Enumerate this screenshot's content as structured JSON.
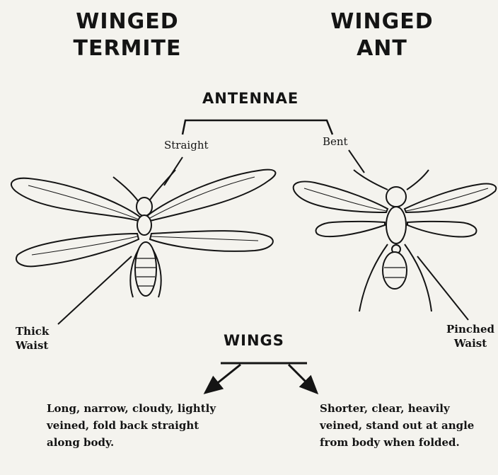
{
  "titles": {
    "termite": "WINGED TERMITE",
    "ant": "WINGED ANT"
  },
  "antennae": {
    "heading": "ANTENNAE",
    "termite_label": "Straight",
    "ant_label": "Bent"
  },
  "waist": {
    "termite_label": "Thick Waist",
    "ant_label": "Pinched Waist"
  },
  "wings": {
    "heading": "WINGS",
    "termite_description": "Long, narrow, cloudy, lightly veined, fold back straight along body.",
    "ant_description": "Shorter, clear, heavily veined, stand out at angle from body when folded."
  }
}
